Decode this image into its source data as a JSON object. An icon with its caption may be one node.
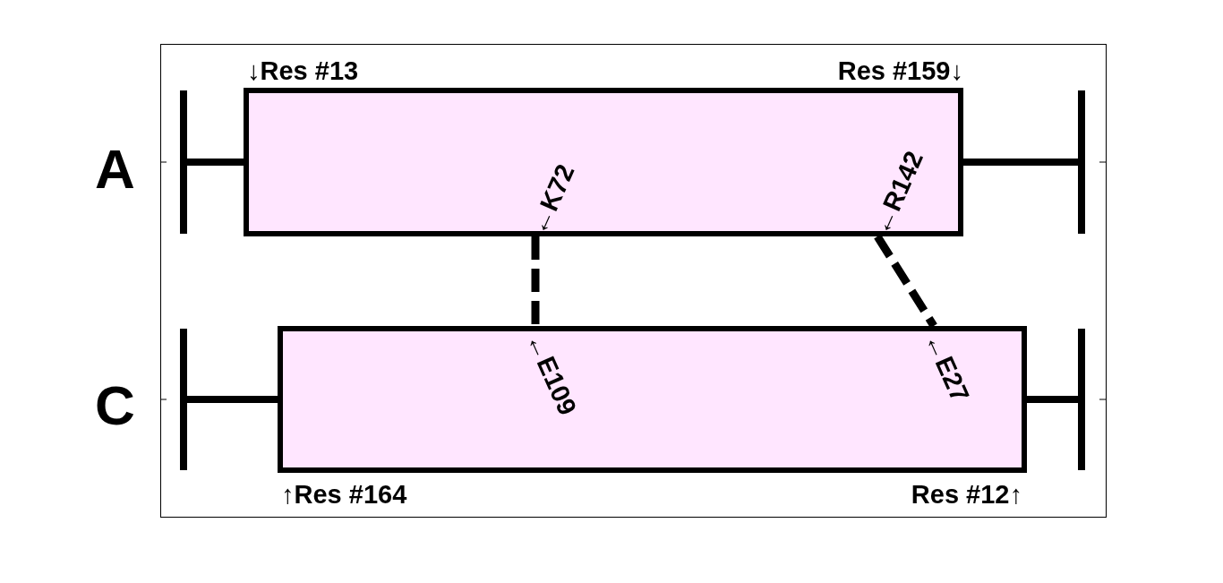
{
  "diagram": {
    "nodes": [
      {
        "text": [],
        "shape": "bar"
      },
      {
        "text": [],
        "shape": "bar"
      }
    ],
    "edges": [
      {
        "from": 0,
        "to": 1,
        "arrow": "none",
        "style": "dashed"
      },
      {
        "from": 0,
        "to": 1,
        "arrow": "none",
        "style": "dashed"
      }
    ],
    "labels": [
      "A",
      "C",
      "↓Res #13",
      "Res #159↓",
      "←K72",
      "←R142",
      "←E109",
      "←E27",
      "↑Res #164",
      "Res #12↑"
    ]
  }
}
